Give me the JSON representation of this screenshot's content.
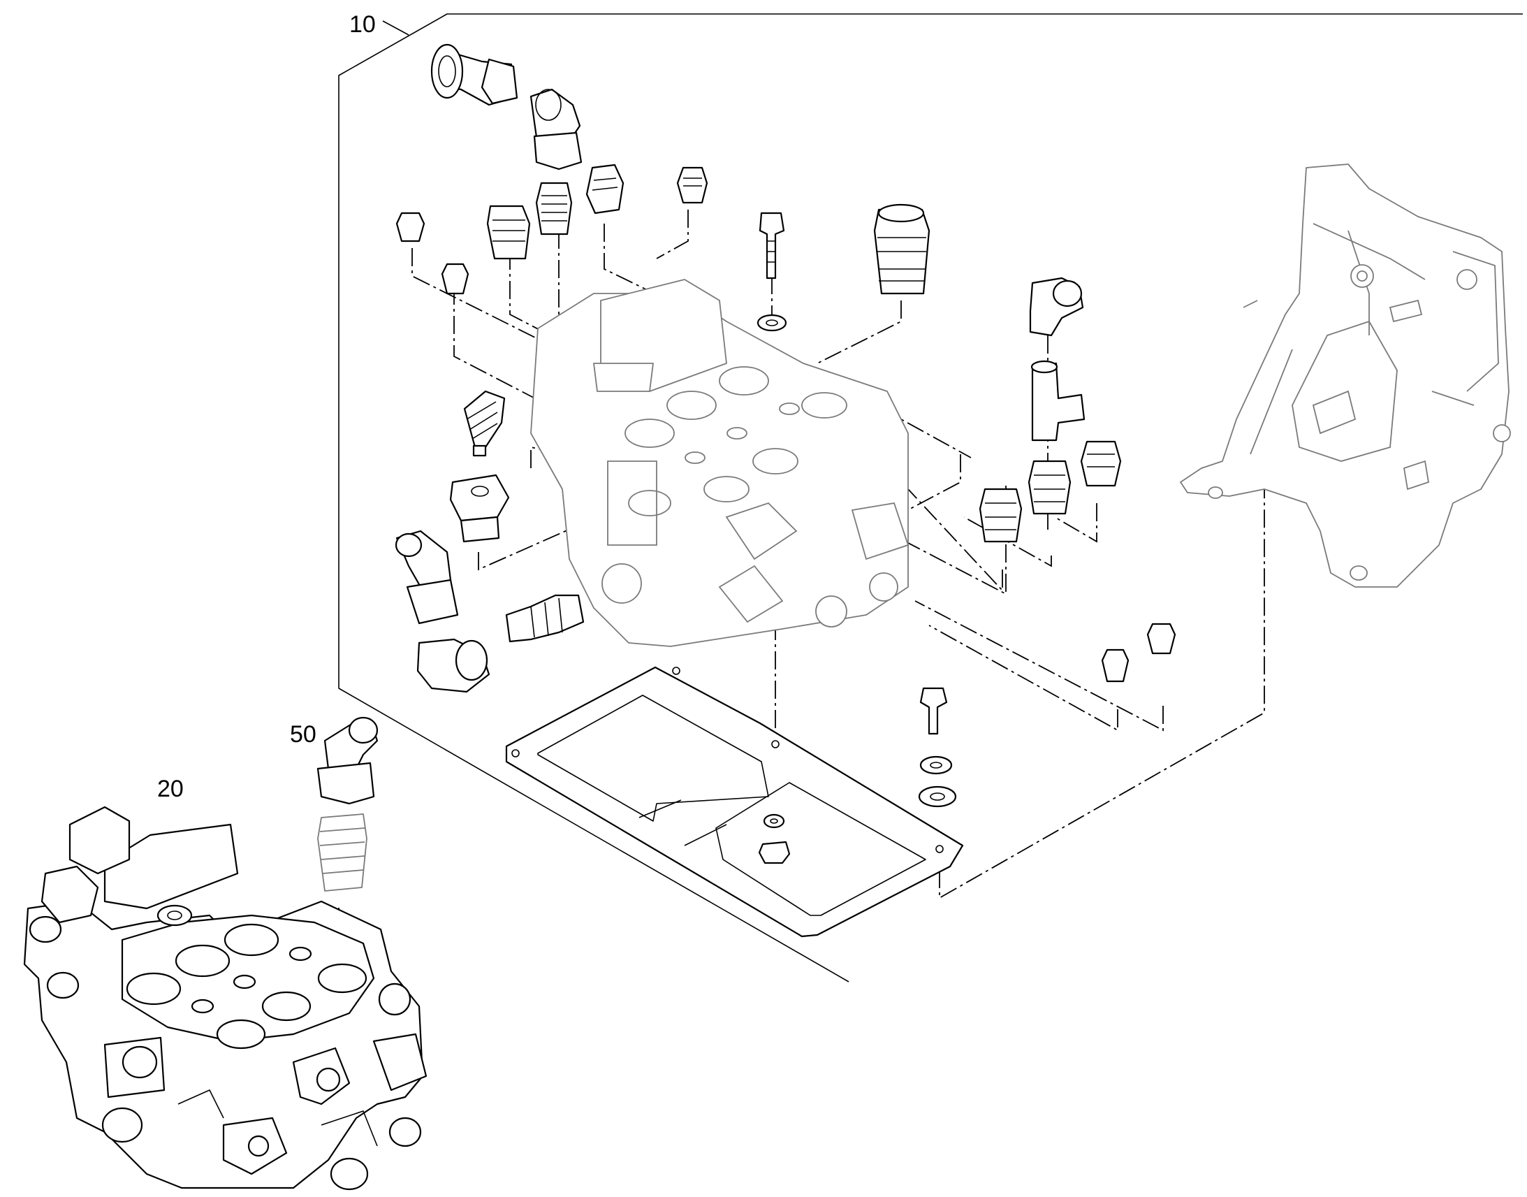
{
  "callouts": {
    "main_assembly": "10",
    "valve_assembly": "20",
    "elbow_fitting": "50"
  },
  "colors": {
    "line": "#000000",
    "ghost_line": "#7a7a7a",
    "background": "#ffffff"
  }
}
